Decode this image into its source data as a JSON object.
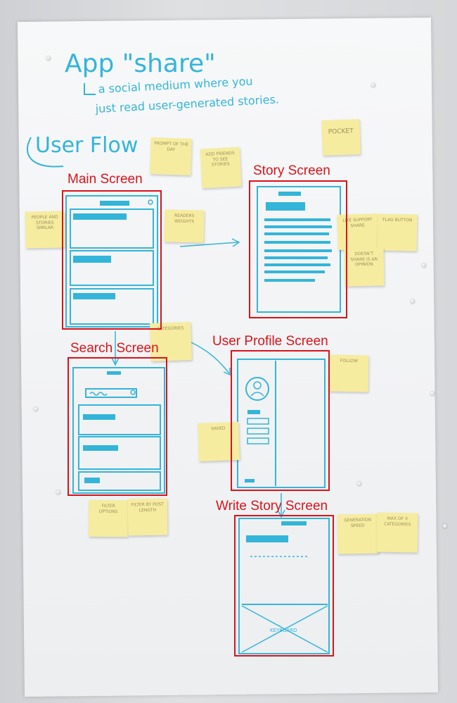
{
  "header": {
    "title": "App \"share\"",
    "subtitle_line1": "a social medium where you",
    "subtitle_line2": "just read user-generated stories.",
    "flow_label": "User Flow"
  },
  "screens": {
    "main": "Main Screen",
    "story": "Story Screen",
    "search": "Search Screen",
    "profile": "User Profile Screen",
    "write": "Write Story Screen"
  },
  "wireframe_text": {
    "keyboard": "KEYBOARD"
  },
  "stickies": {
    "s1": "POCKET",
    "s2": "PROMPT OF THE DAY",
    "s3": "ADD FRIENDS TO SEE STORIES",
    "s4": "PEOPLE AND STORIES SIMILAR",
    "s5": "READERS WEIGHTS",
    "s6": "LIKE SUPPORT SHARE",
    "s7": "FLAG BUTTON",
    "s8": "DOESN'T SHARE IS AN OPINION",
    "s9": "CATEGORIES",
    "s10": "FOLLOW",
    "s11": "SAVED",
    "s12": "FILTER OPTIONS",
    "s13": "FILTER BY POST LENGTH",
    "s14": "GENERATION SPEED",
    "s15": "MAX OF X CATEGORIES"
  },
  "colors": {
    "marker": "#33b5d9",
    "red_annotation": "#d9131a",
    "sticky": "#f6ec9f"
  }
}
